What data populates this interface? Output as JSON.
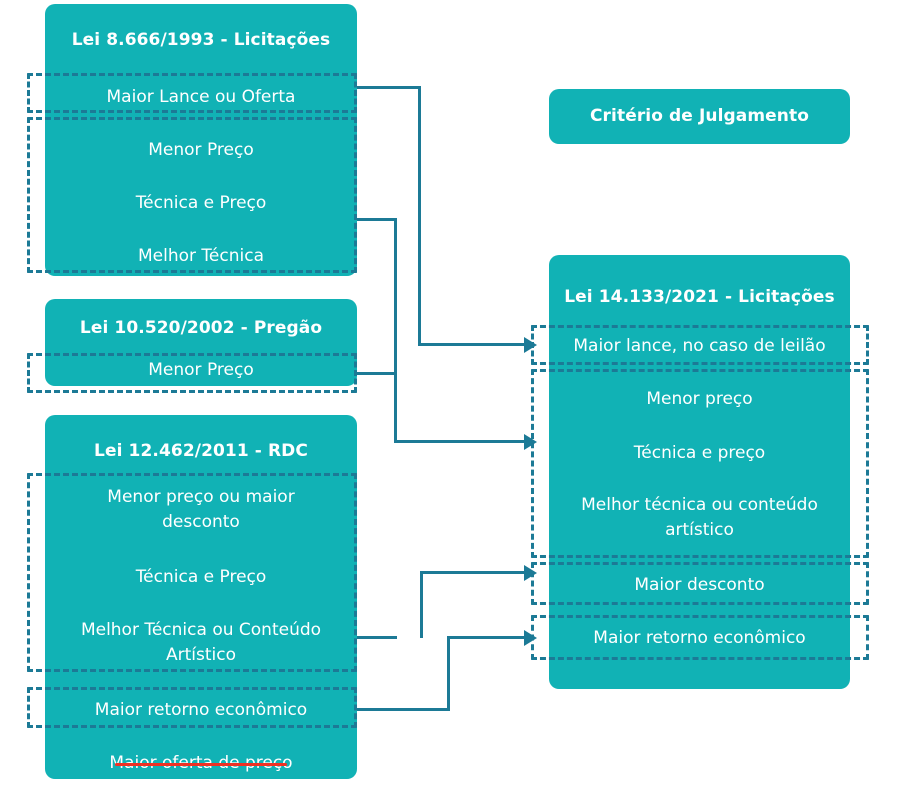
{
  "diagram": {
    "title_box": {
      "label": "Critério de Julgamento"
    },
    "colors": {
      "panel": "#11b2b5",
      "line": "#1c7a96",
      "strike": "#ee3124",
      "text": "#ffffff",
      "background": "#ffffff"
    },
    "left_column": [
      {
        "id": "lei-8666",
        "title": "Lei 8.666/1993 - Licitações",
        "items": [
          {
            "label": "Maior Lance ou Oferta",
            "highlighted": true,
            "struck": false
          },
          {
            "label": "Menor Preço",
            "highlighted": true,
            "struck": false
          },
          {
            "label": "Técnica e Preço",
            "highlighted": true,
            "struck": false
          },
          {
            "label": "Melhor Técnica",
            "highlighted": true,
            "struck": false
          }
        ]
      },
      {
        "id": "lei-10520",
        "title": "Lei 10.520/2002 - Pregão",
        "items": [
          {
            "label": "Menor Preço",
            "highlighted": true,
            "struck": false
          }
        ]
      },
      {
        "id": "lei-12462",
        "title": "Lei 12.462/2011 - RDC",
        "items": [
          {
            "label": "Menor preço ou maior desconto",
            "highlighted": true,
            "struck": false
          },
          {
            "label": "Técnica e Preço",
            "highlighted": true,
            "struck": false
          },
          {
            "label": "Melhor Técnica ou Conteúdo Artístico",
            "highlighted": true,
            "struck": false
          },
          {
            "label": "Maior retorno econômico",
            "highlighted": true,
            "struck": false
          },
          {
            "label": "Maior oferta de preço",
            "highlighted": false,
            "struck": true
          }
        ]
      }
    ],
    "right_column": [
      {
        "id": "lei-14133",
        "title": "Lei 14.133/2021 - Licitações",
        "items": [
          {
            "label": "Maior lance, no caso de leilão",
            "highlighted": true,
            "struck": false
          },
          {
            "label": "Menor preço",
            "highlighted": true,
            "struck": false
          },
          {
            "label": "Técnica e preço",
            "highlighted": true,
            "struck": false
          },
          {
            "label": "Melhor técnica ou conteúdo artístico",
            "highlighted": true,
            "struck": false
          },
          {
            "label": "Maior desconto",
            "highlighted": true,
            "struck": false
          },
          {
            "label": "Maior retorno econômico",
            "highlighted": true,
            "struck": false
          }
        ]
      }
    ],
    "connections": [
      {
        "from": "Maior Lance ou Oferta",
        "to": "Maior lance, no caso de leilão"
      },
      {
        "from": "Menor Preço / Técnica e Preço / Melhor Técnica",
        "to": "Menor preço / Técnica e preço / Melhor técnica ou conteúdo artístico"
      },
      {
        "from": "Menor Preço (Pregão)",
        "to": "Menor preço"
      },
      {
        "from": "Menor preço ou maior desconto / Técnica e Preço / Melhor Técnica ou Conteúdo Artístico",
        "to": "Menor preço / Técnica e preço / Melhor técnica ou conteúdo artístico"
      },
      {
        "from": "Melhor Técnica ou Conteúdo Artístico",
        "to": "Maior desconto"
      },
      {
        "from": "Maior retorno econômico (RDC)",
        "to": "Maior retorno econômico"
      }
    ]
  }
}
